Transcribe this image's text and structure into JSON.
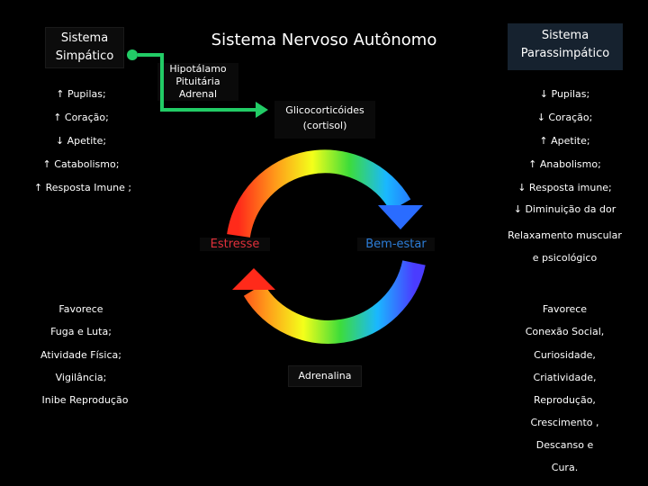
{
  "title": "Sistema Nervoso Autônomo",
  "sympathetic": {
    "label": "Sistema Simpático",
    "effects": [
      "↑ Pupilas;",
      "↑ Coração;",
      "↓ Apetite;",
      "↑ Catabolismo;",
      "↑ Resposta Imune ;"
    ],
    "favors_label": "Favorece",
    "favors": [
      "Fuga e Luta;",
      "Atividade Física;",
      "Vigilância;",
      "Inibe Reprodução"
    ]
  },
  "parasympathetic": {
    "label": "Sistema Parassimpático",
    "effects": [
      "↓ Pupilas;",
      "↓ Coração;",
      "↑ Apetite;",
      "↑ Anabolismo;",
      "↓ Resposta imune;",
      "↓ Diminuição da dor"
    ],
    "relax_line1": "Relaxamento muscular",
    "relax_line2": "e psicológico",
    "favors_label": "Favorece",
    "favors": [
      "Conexão Social,",
      "Curiosidade,",
      "Criatividade,",
      "Reprodução,",
      "Crescimento ,",
      "Descanso e",
      "Cura."
    ]
  },
  "hpa": {
    "line1": "Hipotálamo",
    "line2": "Pituitária",
    "line3": "Adrenal"
  },
  "cortisol": {
    "line1": "Glicocorticóides",
    "line2": "(cortisol)"
  },
  "adrenaline": "Adrenalina",
  "cycle": {
    "stress": "Estresse",
    "wellbeing": "Bem-estar"
  },
  "colors": {
    "stress": "#e0303a",
    "wellbeing": "#2c7dd8",
    "connector": "#22cc66",
    "para_box": "#16222f"
  }
}
